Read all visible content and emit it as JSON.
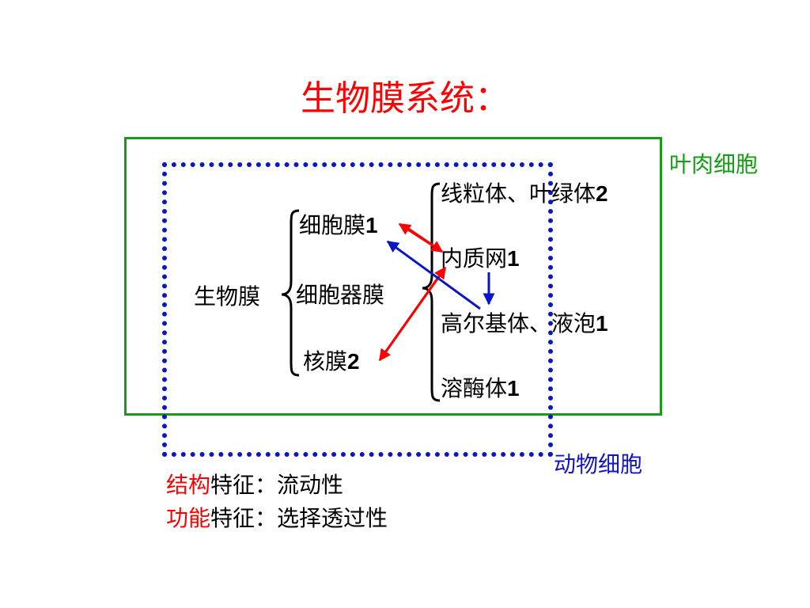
{
  "title": "生物膜系统：",
  "plant_cell_label": "叶肉细胞",
  "animal_cell_label": "动物细胞",
  "root": "生物膜",
  "level1": [
    {
      "name": "细胞膜",
      "num": "1"
    },
    {
      "name": "细胞器膜",
      "num": ""
    },
    {
      "name": "核膜",
      "num": "2"
    }
  ],
  "organelles": [
    {
      "name": "线粒体、叶绿体",
      "num": "2"
    },
    {
      "name": "内质网",
      "num": "1"
    },
    {
      "name": "高尔基体、液泡",
      "num": "1"
    },
    {
      "name": "溶酶体",
      "num": "1"
    }
  ],
  "features": [
    {
      "key": "结构",
      "rest": "特征：流动性"
    },
    {
      "key": "功能",
      "rest": "特征：选择透过性"
    }
  ],
  "colors": {
    "title": "#ff0000",
    "plant_box": "#1a9a1a",
    "animal_box": "#0a14c8",
    "red_arrow": "#ff0000",
    "blue_arrow": "#0a14c8"
  }
}
